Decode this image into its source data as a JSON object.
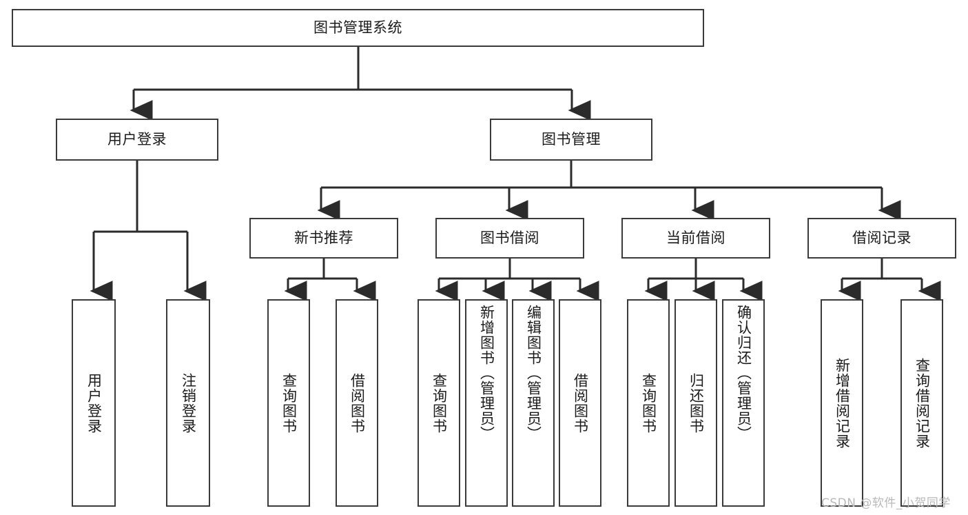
{
  "diagram": {
    "title": "图书管理系统",
    "type": "tree-hierarchy",
    "colors": {
      "box_border": "#3a3a3a",
      "box_fill": "#ffffff",
      "edge": "#2b2b2b",
      "text": "#1b1b1b",
      "watermark": "#b9b9b9"
    },
    "root": {
      "label": "图书管理系统"
    },
    "level2": [
      {
        "label": "用户登录"
      },
      {
        "label": "图书管理"
      }
    ],
    "level3": [
      {
        "label": "新书推荐"
      },
      {
        "label": "图书借阅"
      },
      {
        "label": "当前借阅"
      },
      {
        "label": "借阅记录"
      }
    ],
    "leaves": {
      "user_login": [
        {
          "label": "用户登录"
        },
        {
          "label": "注销登录"
        }
      ],
      "new_book": [
        {
          "label": "查询图书"
        },
        {
          "label": "借阅图书"
        }
      ],
      "borrow": [
        {
          "label": "查询图书"
        },
        {
          "label": "新增图书（管理员）"
        },
        {
          "label": "编辑图书（管理员）"
        },
        {
          "label": "借阅图书"
        }
      ],
      "current": [
        {
          "label": "查询图书"
        },
        {
          "label": "归还图书"
        },
        {
          "label": "确认归还（管理员）"
        }
      ],
      "records": [
        {
          "label": "新增借阅记录"
        },
        {
          "label": "查询借阅记录"
        }
      ]
    },
    "watermark": "CSDN @软件_小贺同学"
  }
}
